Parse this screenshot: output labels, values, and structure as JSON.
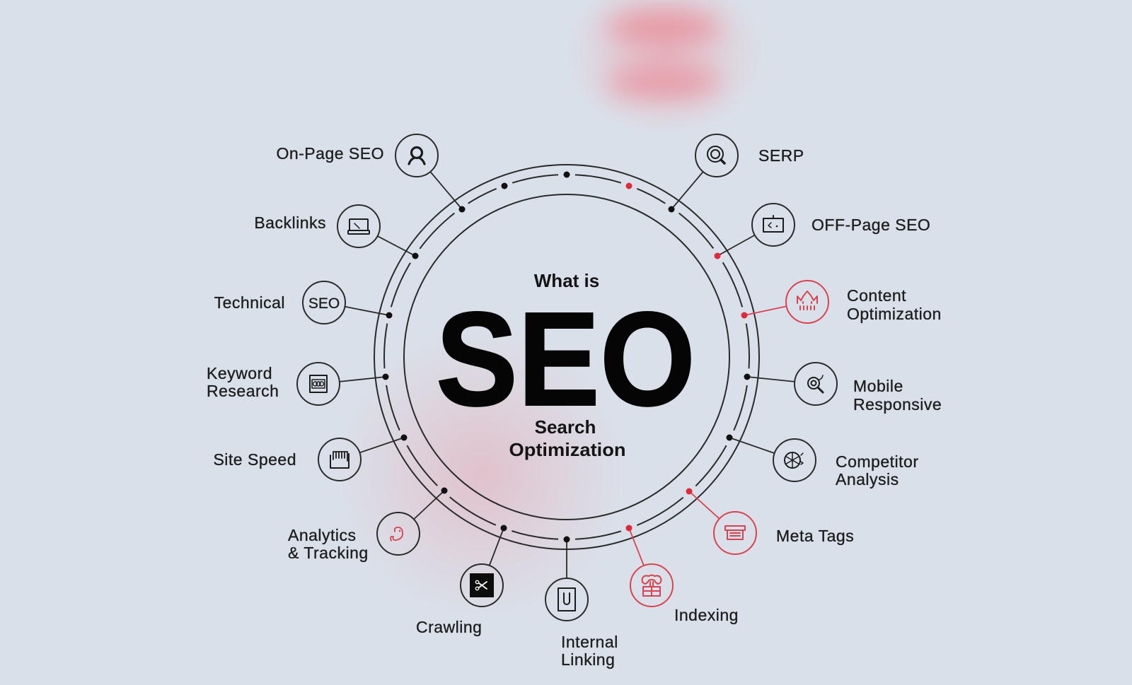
{
  "center": {
    "what_is": "What is",
    "title": "SEO",
    "subtitle_line1": "Search",
    "subtitle_line2": "Optimization"
  },
  "colors": {
    "background": "#dae0e9",
    "ink": "#1e1e1e",
    "accent": "#d9434e",
    "accent_dot": "#e02a3c"
  },
  "nodes": [
    {
      "lines": [
        "On-Page SEO"
      ],
      "icon": "person-icon",
      "highlight": false
    },
    {
      "lines": [
        "SERP"
      ],
      "icon": "magnifier-icon",
      "highlight": false
    },
    {
      "lines": [
        "Backlinks"
      ],
      "icon": "laptop-icon",
      "highlight": false
    },
    {
      "lines": [
        "OFF-Page SEO"
      ],
      "icon": "screen-arrow-icon",
      "highlight": false,
      "dot_highlight": true
    },
    {
      "lines": [
        "Technical"
      ],
      "icon": "seo-text-icon",
      "icon_text": "SEO",
      "highlight": false
    },
    {
      "lines": [
        "Content",
        "Optimization"
      ],
      "icon": "crown-icon",
      "highlight": true
    },
    {
      "lines": [
        "Keyword",
        "Research"
      ],
      "icon": "keyword-box-icon",
      "highlight": false
    },
    {
      "lines": [
        "Mobile",
        "Responsive"
      ],
      "icon": "search-target-icon",
      "highlight": false
    },
    {
      "lines": [
        "Site Speed"
      ],
      "icon": "speed-comb-icon",
      "highlight": false
    },
    {
      "lines": [
        "Competitor",
        "Analysis"
      ],
      "icon": "wheel-icon",
      "highlight": false
    },
    {
      "lines": [
        "Analytics",
        "& Tracking"
      ],
      "icon": "squiggle-icon",
      "highlight": false,
      "icon_highlight": true
    },
    {
      "lines": [
        "Meta Tags"
      ],
      "icon": "tag-box-icon",
      "highlight": true
    },
    {
      "lines": [
        "Crawling"
      ],
      "icon": "crawler-icon",
      "highlight": false
    },
    {
      "lines": [
        "Internal",
        "Linking"
      ],
      "icon": "link-page-icon",
      "highlight": false
    },
    {
      "lines": [
        "Indexing"
      ],
      "icon": "trophy-box-icon",
      "highlight": true
    }
  ]
}
